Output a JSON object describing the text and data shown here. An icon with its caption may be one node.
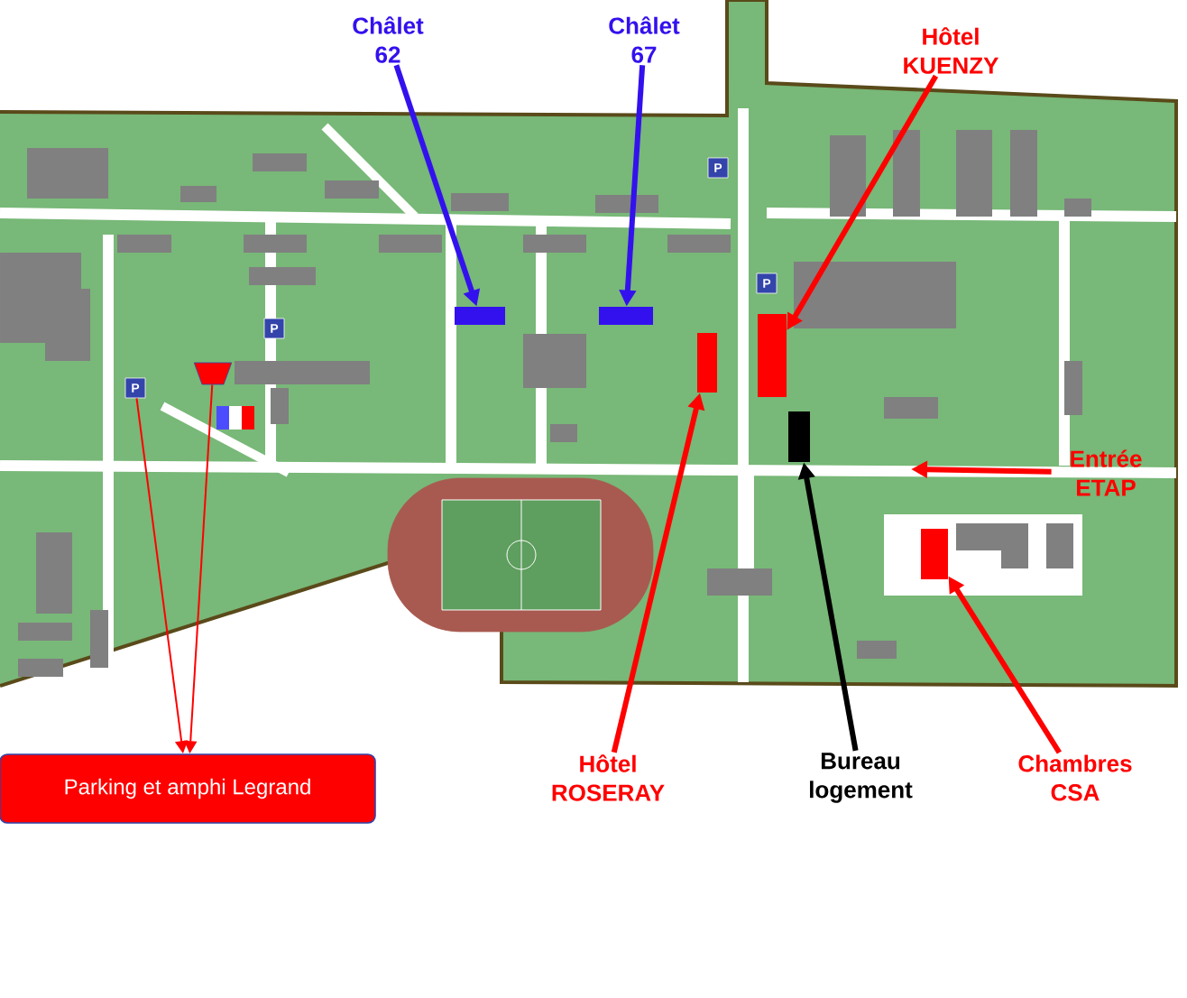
{
  "diagram": {
    "nodes": [
      {
        "text": [
          "Châlet 62"
        ]
      },
      {
        "text": [
          "Châlet 67"
        ]
      },
      {
        "text": [
          "Hôtel KUENZY"
        ]
      },
      {
        "text": [
          "Entrée ETAP"
        ]
      },
      {
        "text": [
          "Parking et amphi Legrand"
        ]
      },
      {
        "text": [
          "Hôtel ROSERAY"
        ]
      },
      {
        "text": [
          "Bureau logement"
        ]
      },
      {
        "text": [
          "Chambres CSA"
        ]
      },
      {
        "text": [],
        "shape": "box"
      },
      {
        "text": [],
        "shape": "box"
      },
      {
        "text": [],
        "shape": "box"
      },
      {
        "text": [],
        "shape": "box"
      },
      {
        "text": [],
        "shape": "box"
      },
      {
        "text": [],
        "shape": "box"
      },
      {
        "text": [
          "P"
        ]
      },
      {
        "text": [],
        "shape": "trapezoid"
      },
      {
        "text": [
          "P"
        ]
      },
      {
        "text": [
          "P"
        ]
      },
      {
        "text": [
          "P"
        ]
      }
    ],
    "edges": [
      {
        "from": 0,
        "to": 8,
        "arrow": "to",
        "color": "#3311ee"
      },
      {
        "from": 1,
        "to": 9,
        "arrow": "to",
        "color": "#3311ee"
      },
      {
        "from": 2,
        "to": 10,
        "arrow": "to"
      },
      {
        "from": 3,
        "to": null,
        "arrow": "to"
      },
      {
        "from": 5,
        "to": 11,
        "arrow": "to"
      },
      {
        "from": 6,
        "to": 12,
        "arrow": "to",
        "color": "#000000"
      },
      {
        "from": 7,
        "to": 13,
        "arrow": "to"
      },
      {
        "from": 14,
        "to": 4,
        "arrow": "to"
      },
      {
        "from": 15,
        "to": 4,
        "arrow": "to"
      }
    ]
  }
}
